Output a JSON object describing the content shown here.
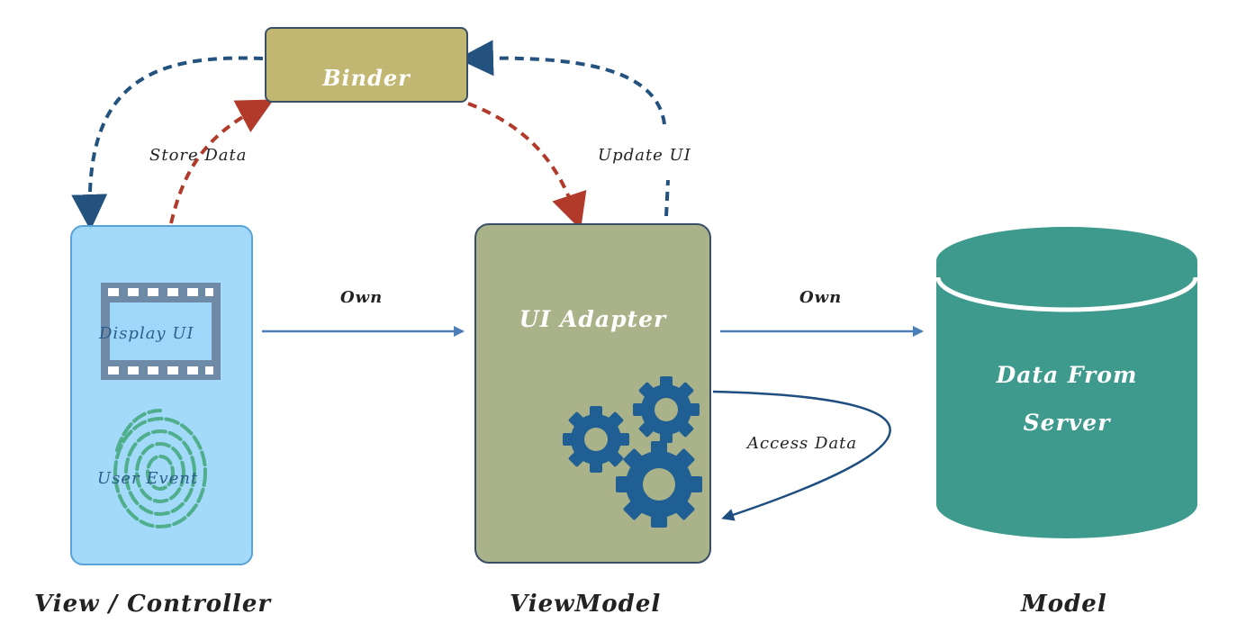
{
  "nodes": {
    "binder": {
      "label": "Binder"
    },
    "view": {
      "display_label": "Display UI",
      "event_label": "User Event",
      "caption": "View / Controller"
    },
    "viewmodel": {
      "label": "UI Adapter",
      "caption": "ViewModel"
    },
    "model": {
      "label_line1": "Data From",
      "label_line2": "Server",
      "caption": "Model"
    }
  },
  "edges": {
    "store_data": "Store Data",
    "update_ui": "Update UI",
    "own_view_to_vm": "Own",
    "own_vm_to_model": "Own",
    "access_data": "Access Data"
  },
  "colors": {
    "binder_fill": "#c2b772",
    "view_fill": "#9ed7f9",
    "viewmodel_fill": "#aab289",
    "model_fill": "#3f9a8e",
    "dashed_blue": "#24527e",
    "dashed_red": "#b23a2a",
    "arrow_blue": "#4a7fb8",
    "gear_blue": "#1f5f94",
    "fingerprint_green": "#4fae8c",
    "film_fill": "#6f8aa6"
  },
  "icons": [
    "film-strip-icon",
    "fingerprint-icon",
    "gears-icon"
  ]
}
